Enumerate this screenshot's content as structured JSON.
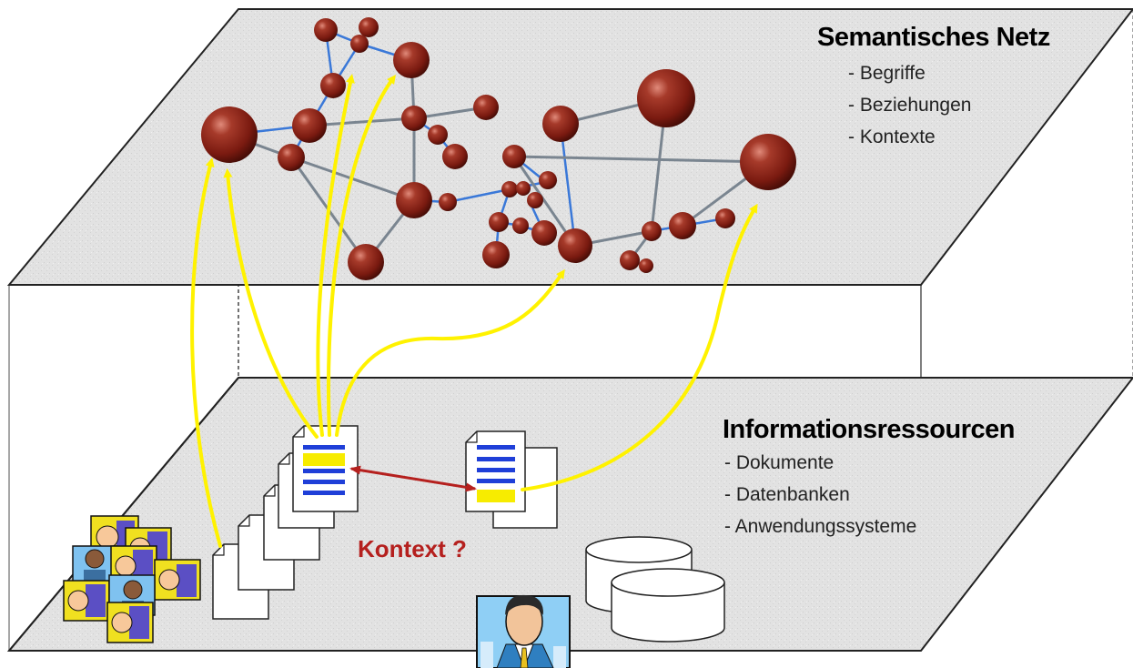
{
  "semantic_layer": {
    "title": "Semantisches Netz",
    "items": [
      "- Begriffe",
      "- Beziehungen",
      "- Kontexte"
    ]
  },
  "information_layer": {
    "title": "Informationsressourcen",
    "items": [
      "- Dokumente",
      "- Datenbanken",
      "- Anwendungssysteme"
    ]
  },
  "context_question": "Kontext ?",
  "colors": {
    "plane_fill": "#e3e3e3",
    "node": "#8b1a12",
    "edge_light": "#3a78d8",
    "edge_dark": "#7a8590",
    "arrow": "#fff200",
    "context_link": "#b5201e",
    "doc_stripe": "#1f3fd8",
    "doc_highlight": "#f7ec00"
  }
}
